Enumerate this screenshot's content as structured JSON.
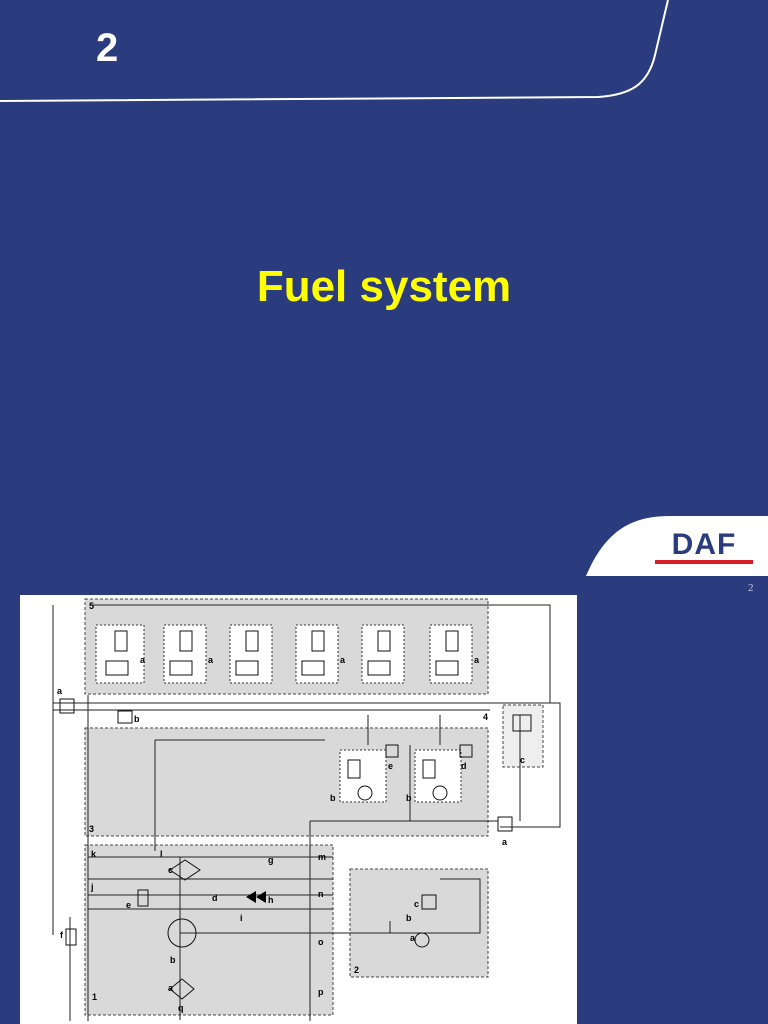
{
  "slide": {
    "number": "2",
    "title": "Fuel system",
    "page_number": "2"
  },
  "logo": {
    "text": "DAF",
    "colors": {
      "text": "#2a3b7e",
      "stripe": "#d81e2a",
      "background": "#ffffff"
    }
  },
  "colors": {
    "background": "#2a3b7e",
    "title": "#ffff00",
    "number": "#ffffff"
  },
  "diagram": {
    "group_labels": {
      "g1": "1",
      "g2": "2",
      "g3": "3",
      "g4": "4",
      "g5": "5"
    },
    "labels": {
      "a_inj1": "a",
      "a_inj3": "a",
      "a_inj5": "a",
      "a_inj6": "a",
      "a_topleft": "a",
      "b_top": "b",
      "c_right": "c",
      "e_sensor": "e",
      "d_sensor": "d",
      "b_pump1": "b",
      "b_pump2": "b",
      "a_right": "a",
      "k": "k",
      "l": "l",
      "m": "m",
      "j": "j",
      "c_filter": "c",
      "g": "g",
      "n": "n",
      "d_mid": "d",
      "h": "h",
      "e_left": "e",
      "i": "i",
      "o": "o",
      "f": "f",
      "b_lowpump": "b",
      "a_lowfilter": "a",
      "q": "q",
      "p": "p",
      "c_box2": "c",
      "b_box2": "b",
      "a_box2": "a"
    }
  }
}
